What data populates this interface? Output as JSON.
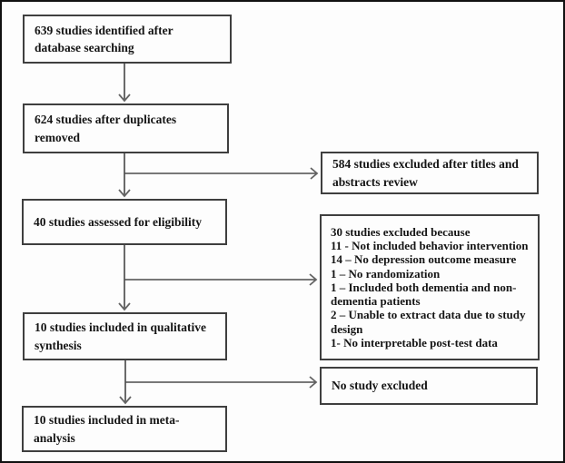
{
  "diagram": {
    "name": "study-selection-flow-diagram",
    "colors": {
      "background": "#fdfdfd",
      "outer_border": "#111111",
      "box_border": "#3f3f3f",
      "arrow": "#646464",
      "text": "#151515"
    },
    "left_flow": [
      {
        "id": "identified",
        "text": "639 studies identified after database searching"
      },
      {
        "id": "duplicates",
        "text": "624 studies after duplicates removed"
      },
      {
        "id": "assessed",
        "text": "40 studies assessed for eligibility"
      },
      {
        "id": "qualitative",
        "text": "10 studies included in qualitative synthesis"
      },
      {
        "id": "meta",
        "text": "10 studies included in meta-analysis"
      }
    ],
    "right_flow": [
      {
        "id": "excluded-titles",
        "lines": [
          "584 studies excluded after titles and abstracts review"
        ]
      },
      {
        "id": "excluded-reasons",
        "lines": [
          "30 studies excluded because",
          "11 - Not included behavior intervention",
          "14 – No depression outcome measure",
          "1 – No randomization",
          "1 – Included both dementia and non-dementia patients",
          "2 – Unable to extract data due to study design",
          "1- No interpretable post-test data"
        ]
      },
      {
        "id": "none-excluded",
        "lines": [
          "No study excluded"
        ]
      }
    ]
  }
}
